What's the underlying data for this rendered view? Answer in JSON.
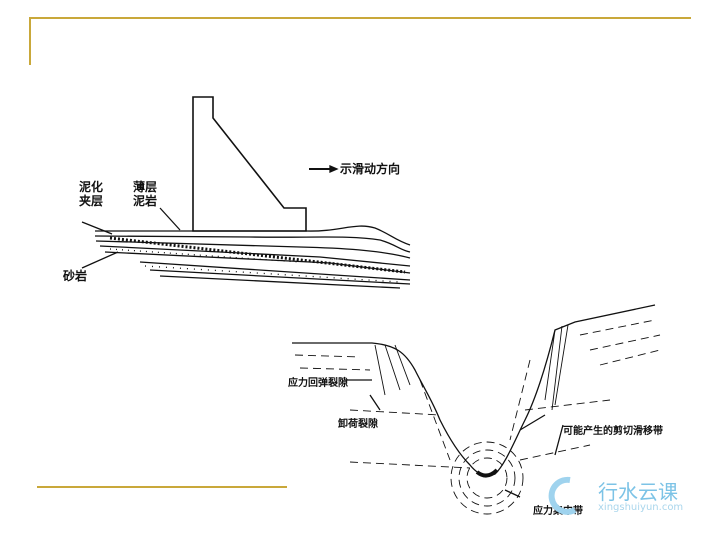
{
  "top_diagram": {
    "labels": {
      "muddy_interlayer_1": "泥化",
      "muddy_interlayer_2": "夹层",
      "thin_mudstone_1": "薄层",
      "thin_mudstone_2": "泥岩",
      "sandstone": "砂岩",
      "slide_direction": "示滑动方向"
    }
  },
  "bottom_diagram": {
    "labels": {
      "rebound_fissure": "应力回弹裂隙",
      "unloading_fissure": "卸荷裂隙",
      "shear_zone": "可能产生的剪切滑移带",
      "stress_zone": "应力集中带"
    }
  },
  "watermark": {
    "name": "行水云课",
    "url": "xingshuiyun.com"
  },
  "colors": {
    "accent": "#c9a83a",
    "watermark": "#7cc3e6"
  }
}
